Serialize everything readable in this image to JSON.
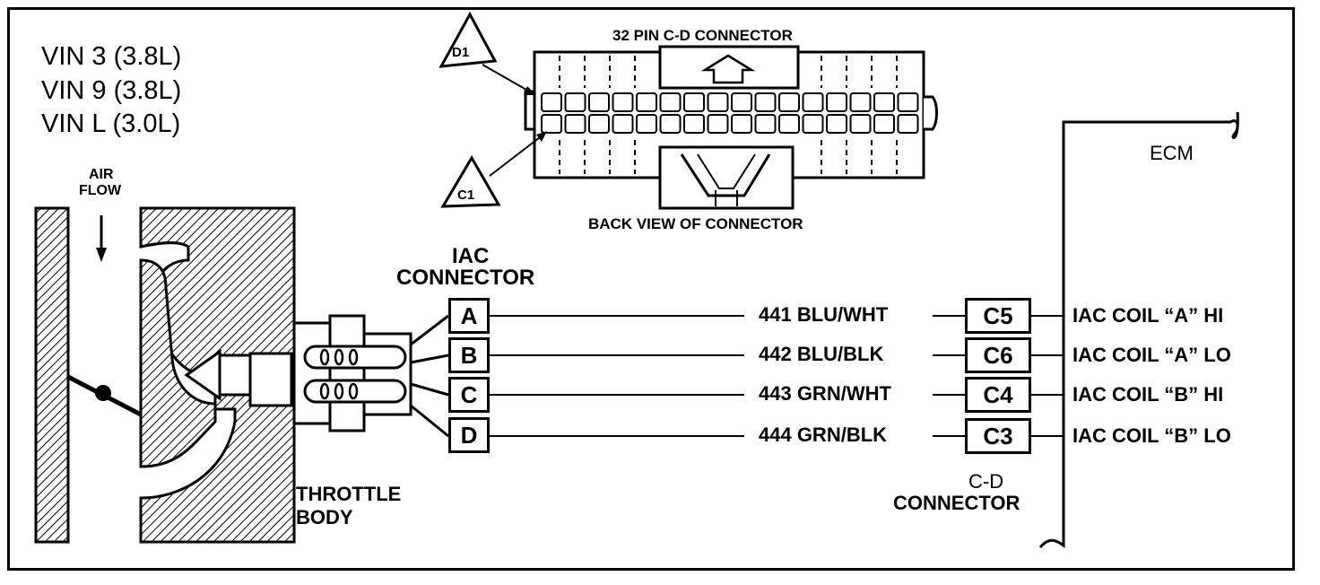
{
  "vin_lines": [
    "VIN 3 (3.8L)",
    "VIN 9 (3.8L)",
    "VIN L (3.0L)"
  ],
  "air_flow": [
    "AIR",
    "FLOW"
  ],
  "top_connector": {
    "title": "32 PIN C-D  CONNECTOR",
    "caption": "BACK VIEW OF CONNECTOR",
    "callouts": [
      "D1",
      "C1"
    ]
  },
  "iac_connector": {
    "title_lines": [
      "IAC",
      "CONNECTOR"
    ],
    "pins": [
      "A",
      "B",
      "C",
      "D"
    ]
  },
  "wires": [
    {
      "circuit": "441 BLU/WHT",
      "cd_pin": "C5",
      "function": "IAC COIL “A” HI"
    },
    {
      "circuit": "442 BLU/BLK",
      "cd_pin": "C6",
      "function": "IAC COIL “A” LO"
    },
    {
      "circuit": "443 GRN/WHT",
      "cd_pin": "C4",
      "function": "IAC COIL “B” HI"
    },
    {
      "circuit": "444 GRN/BLK",
      "cd_pin": "C3",
      "function": "IAC COIL “B” LO"
    }
  ],
  "cd_connector_label": [
    "C-D",
    "CONNECTOR"
  ],
  "throttle_body_label": [
    "THROTTLE",
    "BODY"
  ],
  "ecm_label": "ECM"
}
